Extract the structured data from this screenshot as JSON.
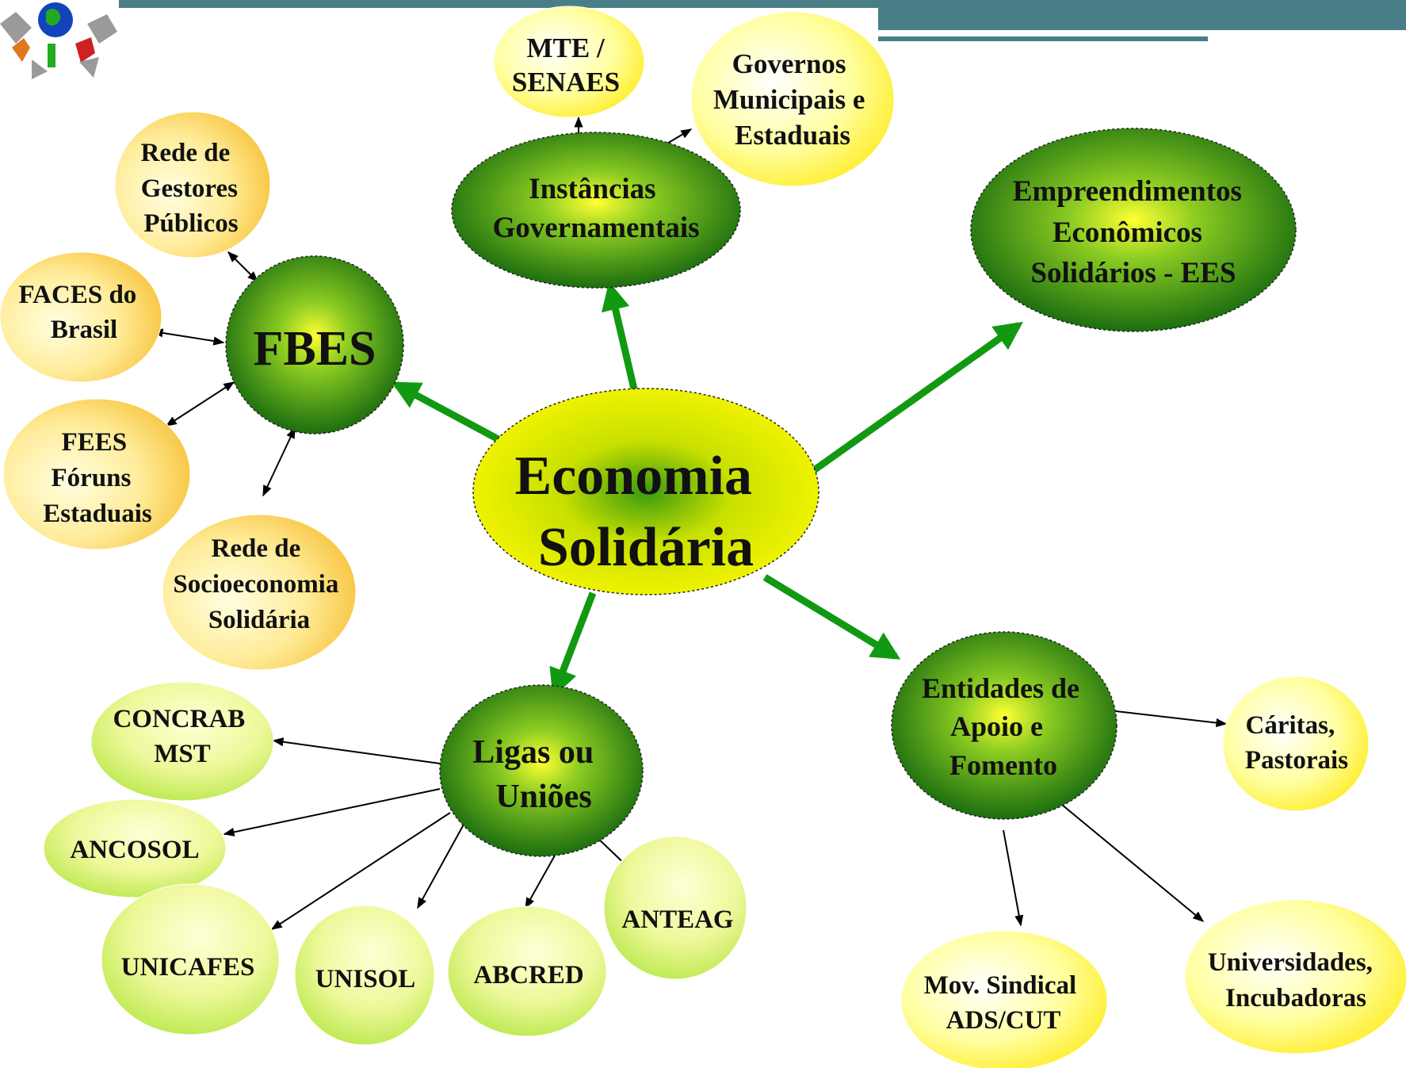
{
  "colors": {
    "header_teal": "#4a7e87",
    "green_dark": "#1f7a10",
    "green_mid": "#3a9a1a",
    "yellow": "#f2f000",
    "pale_yellow": "#ffffc8",
    "arrow_green": "#119911",
    "arrow_black": "#000000"
  },
  "logo": {
    "icon": "globe-people-logo-icon"
  },
  "center": {
    "lines": [
      "Economia",
      "Solidária"
    ]
  },
  "hubs": {
    "fbes": {
      "lines": [
        "FBES"
      ]
    },
    "instancias": {
      "lines": [
        "Instâncias",
        "Governamentais"
      ]
    },
    "ees": {
      "lines": [
        "Empreendimentos",
        "Econômicos",
        "Solidários - EES"
      ]
    },
    "entidades": {
      "lines": [
        "Entidades de",
        "Apoio e",
        "Fomento"
      ]
    },
    "ligas": {
      "lines": [
        "Ligas ou",
        "Uniões"
      ]
    }
  },
  "leaves": {
    "mte": {
      "lines": [
        "MTE /",
        "SENAES"
      ]
    },
    "governos": {
      "lines": [
        "Governos",
        "Municipais e",
        "Estaduais"
      ]
    },
    "gestores": {
      "lines": [
        "Rede de",
        "Gestores",
        "Públicos"
      ]
    },
    "faces": {
      "lines": [
        "FACES do",
        "Brasil"
      ]
    },
    "fees": {
      "lines": [
        "FEES",
        "Fóruns",
        "Estaduais"
      ]
    },
    "socio": {
      "lines": [
        "Rede de",
        "Socioeconomia",
        "Solidária"
      ]
    },
    "concrab": {
      "lines": [
        "CONCRAB",
        "MST"
      ]
    },
    "ancosol": {
      "lines": [
        "ANCOSOL"
      ]
    },
    "unicafes": {
      "lines": [
        "UNICAFES"
      ]
    },
    "unisol": {
      "lines": [
        "UNISOL"
      ]
    },
    "abcred": {
      "lines": [
        "ABCRED"
      ]
    },
    "anteag": {
      "lines": [
        "ANTEAG"
      ]
    },
    "caritas": {
      "lines": [
        "Cáritas,",
        "Pastorais"
      ]
    },
    "sindical": {
      "lines": [
        "Mov. Sindical",
        "ADS/CUT"
      ]
    },
    "universidades": {
      "lines": [
        "Universidades,",
        "Incubadoras"
      ]
    }
  }
}
